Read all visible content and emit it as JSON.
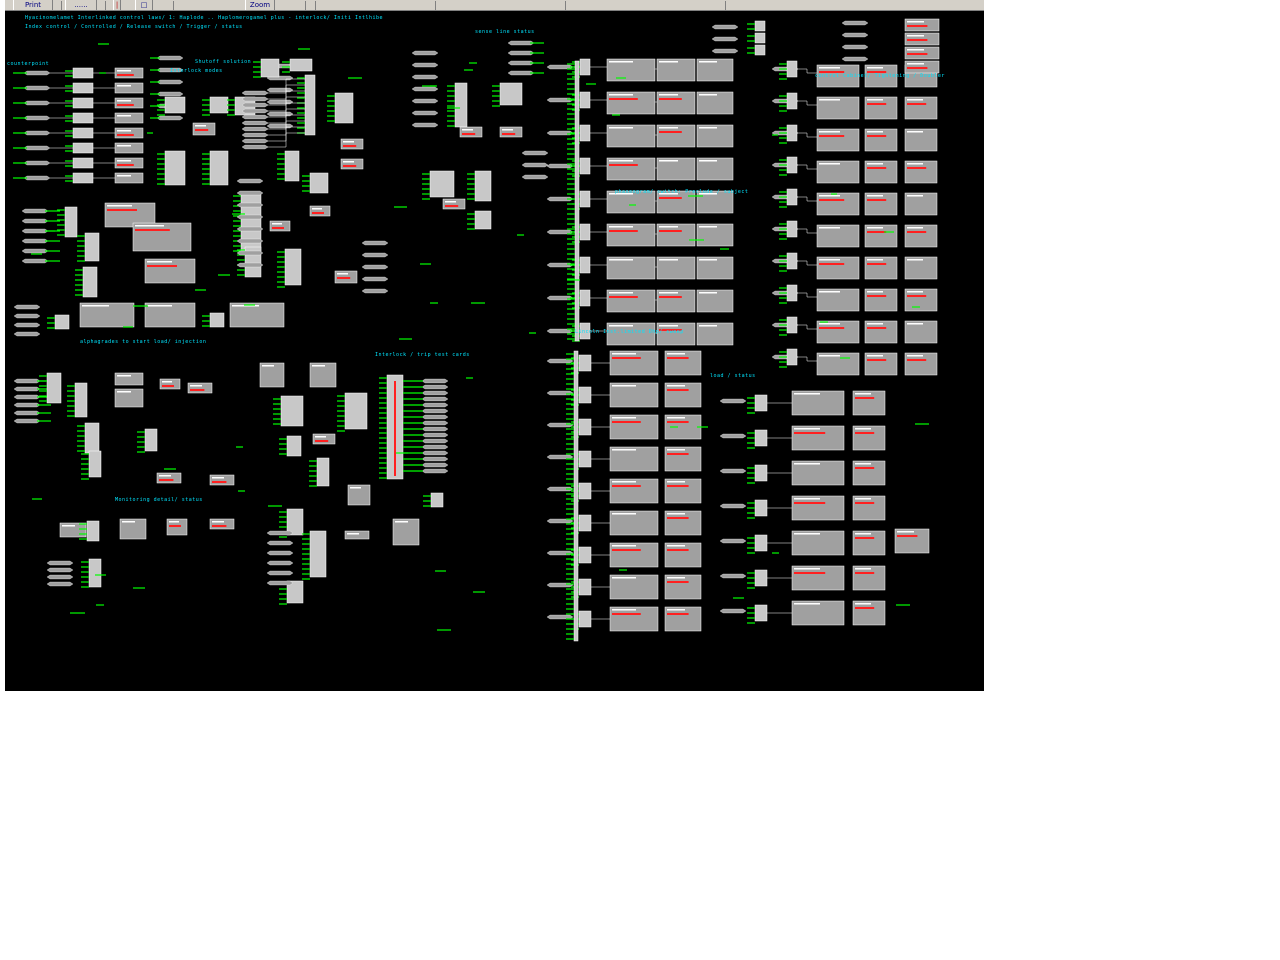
{
  "toolbar": {
    "items": [
      "Print",
      "......",
      "Zoom"
    ],
    "colors": {
      "bg": "#d4d0c8",
      "text": "#000080"
    }
  },
  "canvas": {
    "background": "#000000",
    "wire_color": "#ffffff",
    "signal_color": "#00ff00",
    "block_fill": "#a0a0a0",
    "label_color": "#ff2020",
    "caption_color": "#00e5ff",
    "captions": [
      "Hyacinomelamet Interlinked control laws/ 1: Haplode .. Haplomerogamel plus - interlock/ Initi Intlhibe",
      "Index control / Controlled / Release switch / Trigger / status",
      "counterpoint",
      "Interlock modes",
      "Shutoff solution",
      "sense line status",
      "phaseogram/ switch: Preclude / subject",
      "Lincoln Inst.limited Dhp/ sweep",
      "control Cabinet/ Tightening / Doubler",
      "alphagrades to start load/ injection",
      "Interlock / trip test cards",
      "Monitoring detail/ status",
      "load / status"
    ]
  }
}
